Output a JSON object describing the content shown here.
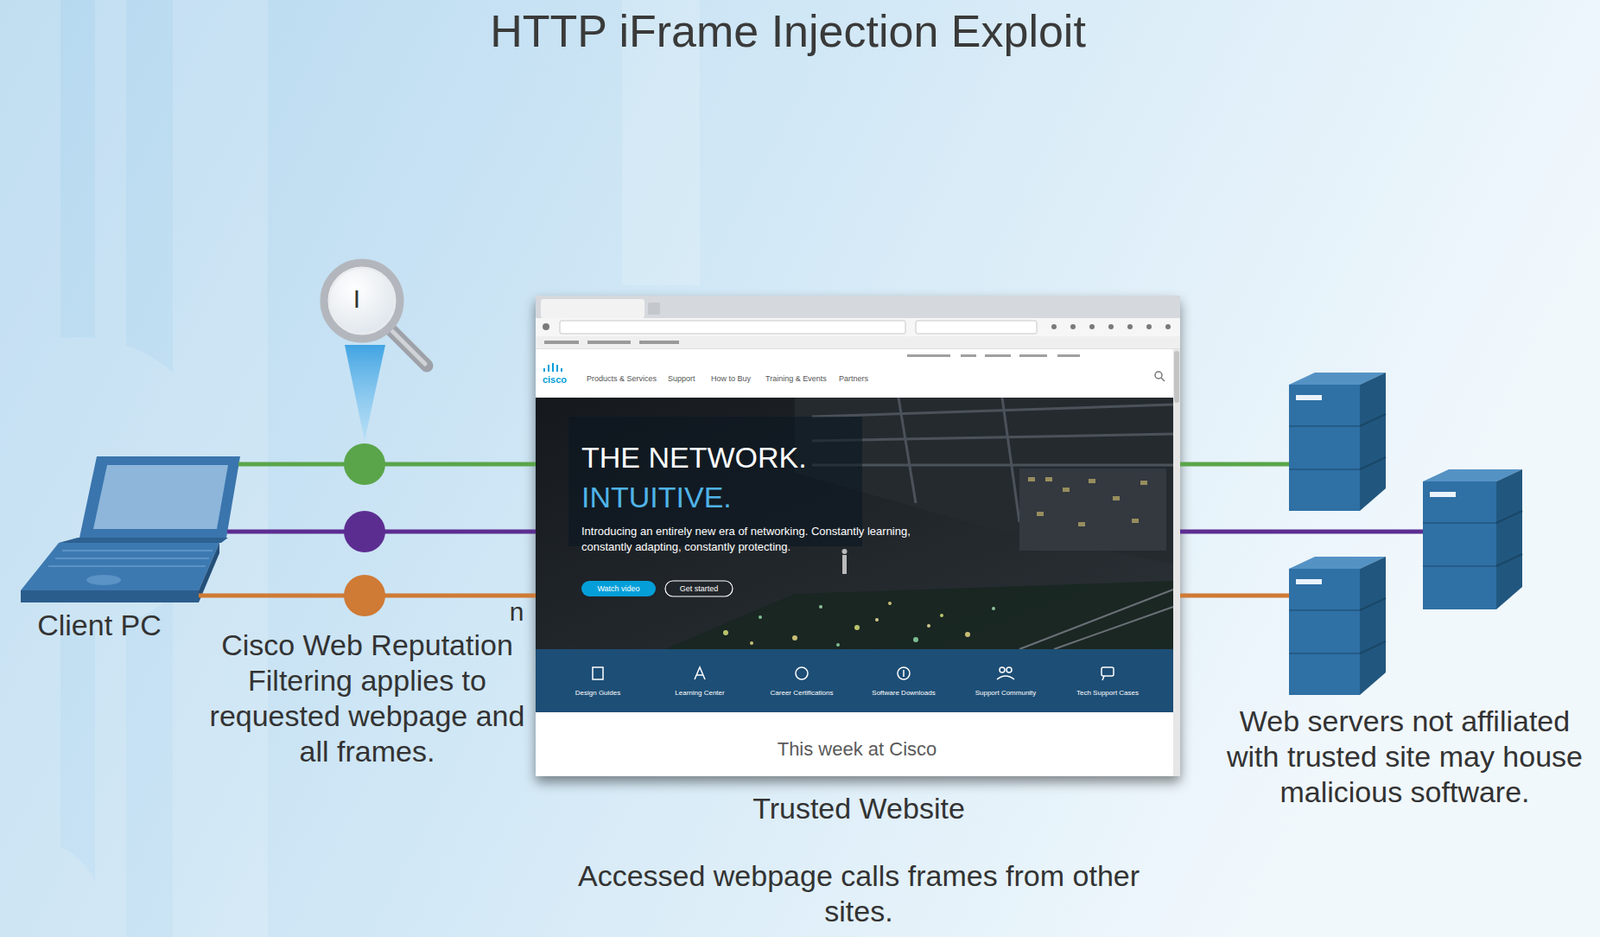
{
  "diagram": {
    "title": "HTTP iFrame Injection Exploit",
    "nodes": [
      {
        "text": [
          "Client PC"
        ]
      },
      {
        "text": [
          "Trusted Website"
        ]
      },
      {
        "text": [
          "Web servers not affiliated with trusted site may house malicious software."
        ]
      }
    ],
    "edges": [
      {
        "from": 0,
        "to": 1,
        "arrow": "none"
      },
      {
        "from": 0,
        "to": 1,
        "arrow": "none"
      },
      {
        "from": 0,
        "to": 1,
        "arrow": "none"
      },
      {
        "from": 1,
        "to": 2,
        "arrow": "none"
      },
      {
        "from": 1,
        "to": 2,
        "arrow": "none"
      },
      {
        "from": 1,
        "to": 2,
        "arrow": "none"
      }
    ],
    "labels": [
      "I",
      "n",
      "Cisco Web Reputation Filtering applies to requested webpage and all frames.",
      "Accessed webpage calls frames from other sites.",
      "cisco",
      "Products & Services",
      "Support",
      "How to Buy",
      "Training & Events",
      "Partners",
      "THE NETWORK.",
      "INTUITIVE.",
      "Introducing an entirely new era of networking. Constantly learning, constantly adapting, constantly protecting.",
      "Watch video",
      "Get started",
      "Design Guides",
      "Learning Center",
      "Career Certifications",
      "Software Downloads",
      "Support Community",
      "Tech Support Cases",
      "This week at Cisco"
    ]
  }
}
